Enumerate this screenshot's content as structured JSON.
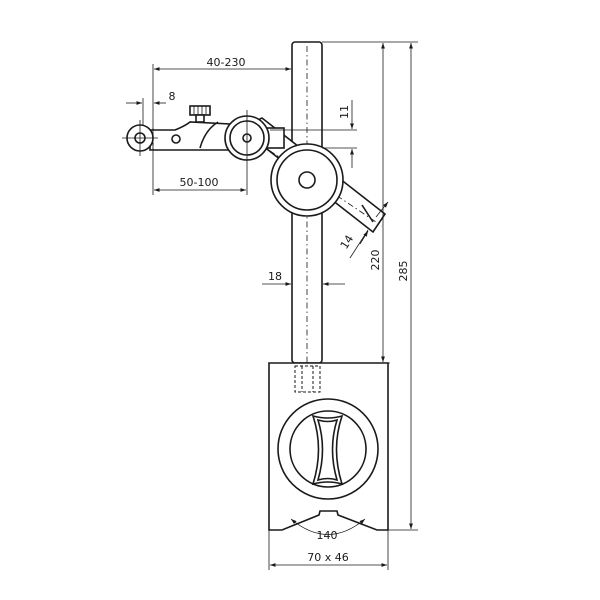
{
  "title": "Magnetic measuring stand dimensional drawing",
  "dimensions": {
    "reach": "40-230",
    "tip_offset": "8",
    "arm_length": "50-100",
    "clamp_offset": "11",
    "rod_diameter_arm": "14",
    "rod_diameter_column": "18",
    "column_height": "220",
    "total_height": "285",
    "prism_angle": "140",
    "base_size": "70 x 46"
  }
}
